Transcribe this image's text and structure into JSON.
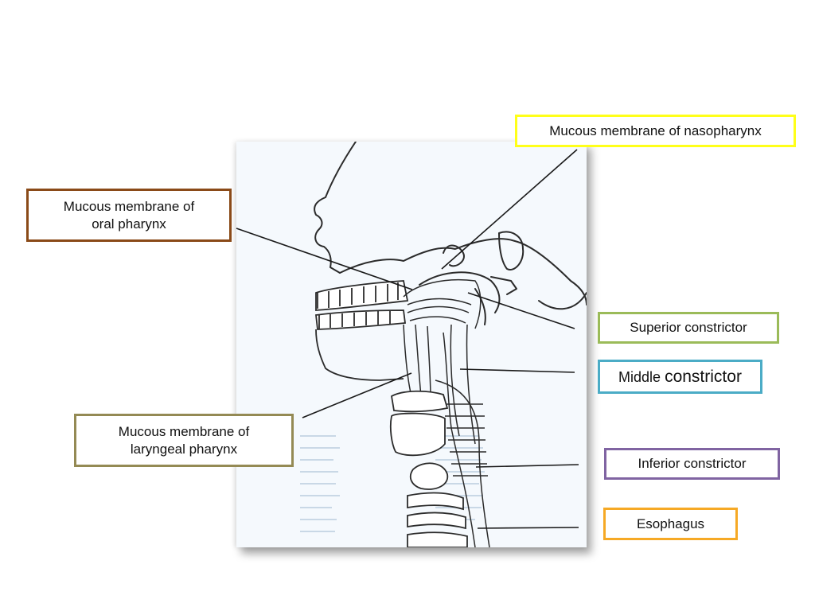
{
  "diagram": {
    "labels": {
      "nasopharynx": "Mucous membrane of nasopharynx",
      "oral_pharynx": "Mucous membrane of\n      oral pharynx",
      "superior_constrictor": "Superior constrictor",
      "middle_constrictor_a": "Middle ",
      "middle_constrictor_b": "constrictor",
      "laryngeal_pharynx": "Mucous membrane of\nlaryngeal pharynx",
      "inferior_constrictor": "Inferior constrictor",
      "esophagus": "Esophagus"
    },
    "colors": {
      "nasopharynx": "#ffff19",
      "oral_pharynx": "#8a4a18",
      "superior_constrictor": "#9bbb59",
      "middle_constrictor": "#4bacc6",
      "laryngeal_pharynx": "#948a54",
      "inferior_constrictor": "#8064a2",
      "esophagus": "#f6a925"
    },
    "illustration": "sagittal-head-neck-pharynx-drawing"
  }
}
